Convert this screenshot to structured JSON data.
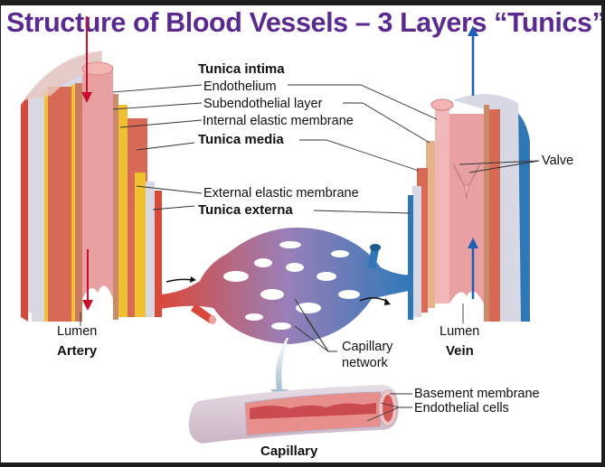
{
  "title": "Structure of Blood Vessels – 3 Layers “Tunics”",
  "colors": {
    "title": "#5b2a91",
    "artery": "#d9493a",
    "vein": "#2f78b8",
    "intima": "#e9a0a2",
    "media": "#d86a55",
    "elastic": "#f0c030",
    "externa": "#d8d8e4",
    "flow_arrow_artery": "#c8102e",
    "flow_arrow_vein": "#1f5fb0",
    "capillary_pointer": "#9fbccc"
  },
  "labels": {
    "tunica_intima": "Tunica intima",
    "endothelium": "Endothelium",
    "subendothelial_layer": "Subendothelial layer",
    "internal_elastic_membrane": "Internal elastic membrane",
    "tunica_media": "Tunica media",
    "external_elastic_membrane": "External elastic membrane",
    "tunica_externa": "Tunica externa",
    "valve": "Valve",
    "artery_lumen": "Lumen",
    "artery": "Artery",
    "vein_lumen": "Lumen",
    "vein": "Vein",
    "capillary_network": "Capillary\nnetwork",
    "capillary_network_line1": "Capillary",
    "capillary_network_line2": "network",
    "basement_membrane": "Basement membrane",
    "endothelial_cells": "Endothelial cells",
    "capillary": "Capillary"
  }
}
